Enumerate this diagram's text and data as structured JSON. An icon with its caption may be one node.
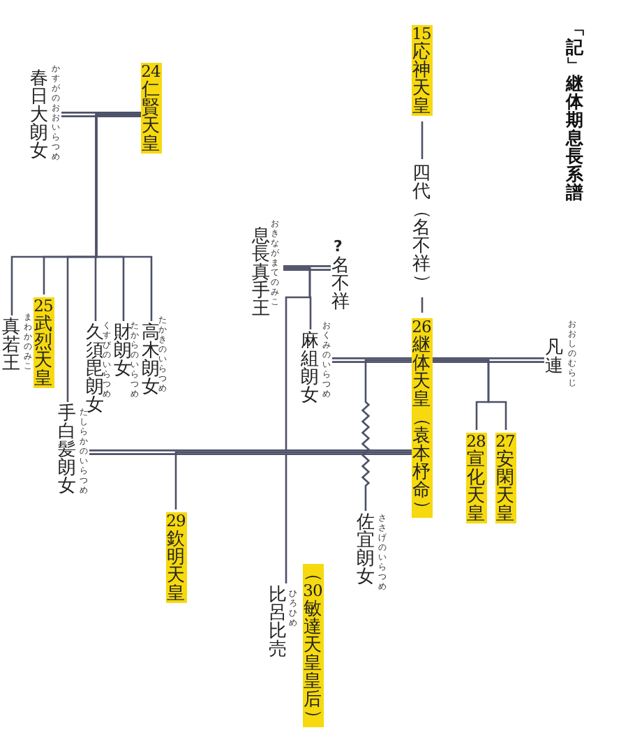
{
  "diagram": {
    "title": "「記」継体期息長系譜",
    "nodes": [
      {
        "text": [
          "15応神天皇"
        ]
      },
      {
        "text": [
          "四代（名不祥）"
        ]
      },
      {
        "text": [
          "26継体天皇（袁本杼命）"
        ]
      },
      {
        "text": [
          "凡連"
        ],
        "beside": [
          "おおしのむらじ"
        ]
      },
      {
        "text": [
          "27安閑天皇"
        ]
      },
      {
        "text": [
          "28宣化天皇"
        ]
      },
      {
        "text": [
          "麻組朗女"
        ],
        "beside": [
          "おくみのいらつめ"
        ]
      },
      {
        "text": [
          "名不祥"
        ],
        "beside": [
          "?"
        ]
      },
      {
        "text": [
          "息長真手王"
        ],
        "beside": [
          "おきながまてのみこ"
        ]
      },
      {
        "text": [
          "佐宜朗女"
        ],
        "beside": [
          "ささげのいらつめ"
        ]
      },
      {
        "text": [
          "手白髪朗女"
        ],
        "beside": [
          "たしらかのいらつめ"
        ]
      },
      {
        "text": [
          "29欽明天皇"
        ]
      },
      {
        "text": [
          "比呂比売"
        ],
        "beside": [
          "ひろひめ"
        ]
      },
      {
        "text": [
          "（30敏達天皇皇后）"
        ]
      },
      {
        "text": [
          "24仁賢天皇"
        ]
      },
      {
        "text": [
          "春日大朗女"
        ],
        "beside": [
          "かすがのおおいらつめ"
        ]
      },
      {
        "text": [
          "真若王"
        ],
        "beside": [
          "まわかのみこ"
        ]
      },
      {
        "text": [
          "25武烈天皇"
        ]
      },
      {
        "text": [
          "久須毘朗女"
        ],
        "beside": [
          "くすびのいらつめ"
        ]
      },
      {
        "text": [
          "財朗女"
        ],
        "beside": [
          "たからのいらつめ"
        ]
      },
      {
        "text": [
          "高木朗女"
        ],
        "beside": [
          "たかきのいらつめ"
        ]
      }
    ],
    "edges": [
      {
        "from": 0,
        "to": 1,
        "arrow": "none"
      },
      {
        "from": 1,
        "to": 2,
        "arrow": "none"
      },
      {
        "from": 15,
        "to": 14,
        "arrow": "none",
        "style": "thick"
      },
      {
        "from": 14,
        "to": 16,
        "arrow": "none"
      },
      {
        "from": 14,
        "to": 17,
        "arrow": "none"
      },
      {
        "from": 14,
        "to": 10,
        "arrow": "none"
      },
      {
        "from": 14,
        "to": 18,
        "arrow": "none"
      },
      {
        "from": 14,
        "to": 19,
        "arrow": "none"
      },
      {
        "from": 14,
        "to": 20,
        "arrow": "none"
      },
      {
        "from": 8,
        "to": 7,
        "arrow": "none",
        "style": "thick"
      },
      {
        "from": 8,
        "to": 6,
        "arrow": "none"
      },
      {
        "from": 8,
        "to": 12,
        "arrow": "none"
      },
      {
        "from": 6,
        "to": 2,
        "arrow": "none",
        "style": "thick"
      },
      {
        "from": 2,
        "to": 3,
        "arrow": "none",
        "style": "thick"
      },
      {
        "from": 10,
        "to": 2,
        "arrow": "none",
        "style": "thick"
      },
      {
        "from": 2,
        "to": 9,
        "arrow": "none"
      },
      {
        "from": 2,
        "to": 11,
        "arrow": "none"
      },
      {
        "from": 2,
        "to": 5,
        "arrow": "none"
      },
      {
        "from": 2,
        "to": 4,
        "arrow": "none"
      }
    ]
  }
}
